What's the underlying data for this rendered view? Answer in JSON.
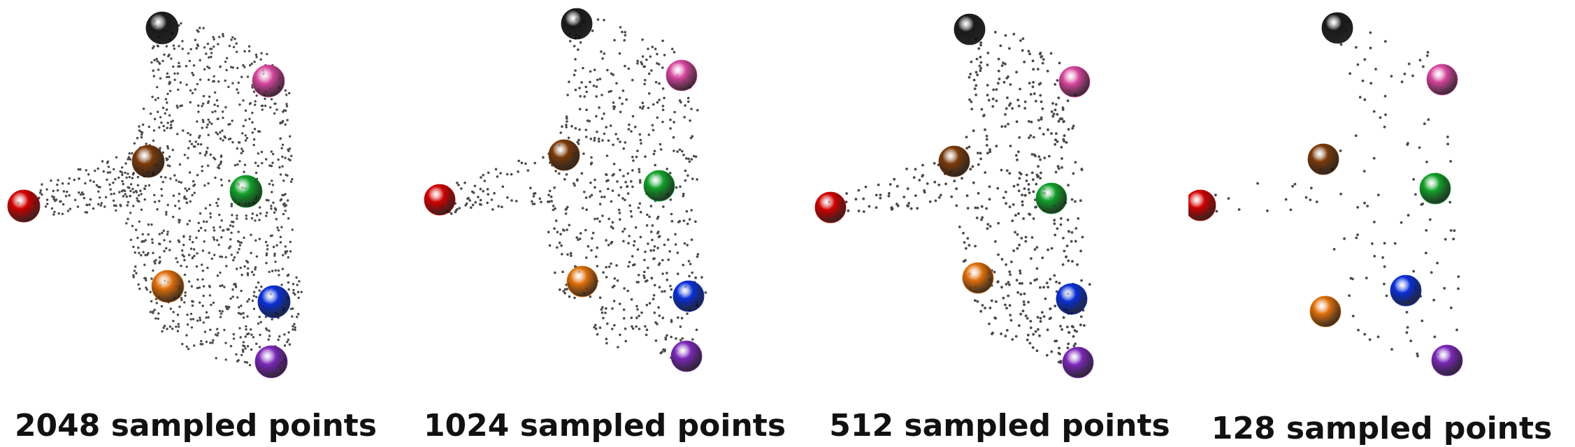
{
  "panels": [
    {
      "caption": "2048 sampled points",
      "points": 2048
    },
    {
      "caption": "1024 sampled points",
      "points": 1024
    },
    {
      "caption": "512 sampled points",
      "points": 512
    },
    {
      "caption": "128 sampled points",
      "points": 128
    }
  ],
  "keypoints": [
    {
      "name": "black",
      "color": "#1a1a1a"
    },
    {
      "name": "pink",
      "color": "#d6479e"
    },
    {
      "name": "brown",
      "color": "#7a3a0a"
    },
    {
      "name": "green",
      "color": "#12a12a"
    },
    {
      "name": "red",
      "color": "#d00000"
    },
    {
      "name": "orange",
      "color": "#e0700c"
    },
    {
      "name": "blue",
      "color": "#0a2fd6"
    },
    {
      "name": "purple",
      "color": "#7b28b8"
    }
  ],
  "point_color": "#4a4a4a"
}
